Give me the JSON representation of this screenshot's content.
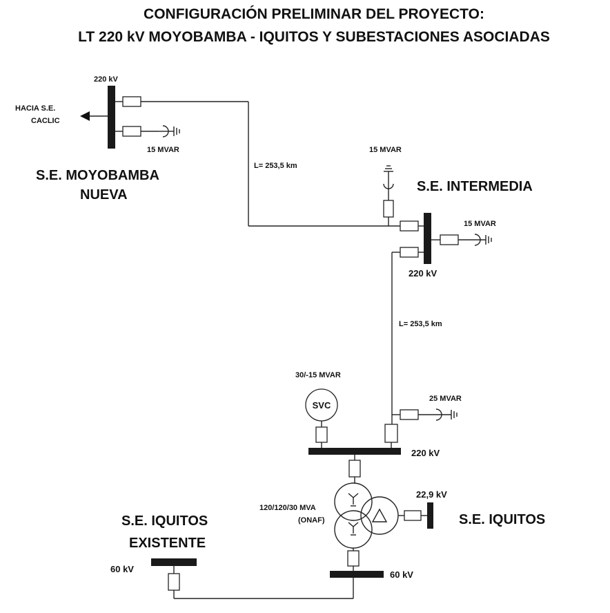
{
  "title": {
    "line1": "CONFIGURACIÓN PRELIMINAR DEL PROYECTO:",
    "line2": "LT 220 kV MOYOBAMBA - IQUITOS Y SUBESTACIONES ASOCIADAS"
  },
  "moyobamba": {
    "voltage": "220 kV",
    "hacia_line1": "HACIA S.E.",
    "hacia_line2": "CACLIC",
    "reactor": "15 MVAR",
    "name_line1": "S.E. MOYOBAMBA",
    "name_line2": "NUEVA"
  },
  "line1": {
    "length": "L= 253,5 km"
  },
  "intermedia": {
    "name": "S.E. INTERMEDIA",
    "reactor_top": "15 MVAR",
    "reactor_right": "15 MVAR",
    "voltage": "220 kV"
  },
  "line2": {
    "length": "L= 253,5 km"
  },
  "iquitos": {
    "svc_rating": "30/-15 MVAR",
    "svc_label": "SVC",
    "reactor": "25 MVAR",
    "bus_220": "220 kV",
    "transformer_line1": "120/120/30 MVA",
    "transformer_line2": "(ONAF)",
    "tertiary_voltage": "22,9 kV",
    "name": "S.E. IQUITOS",
    "bus_60": "60 kV"
  },
  "iquitos_existente": {
    "name_line1": "S.E. IQUITOS",
    "name_line2": "EXISTENTE",
    "voltage": "60 kV"
  }
}
